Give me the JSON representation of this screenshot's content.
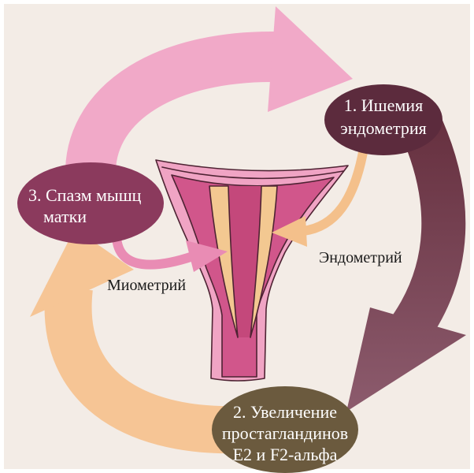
{
  "diagram": {
    "steps": [
      {
        "lines": [
          "1. Ишемия",
          "эндометрия"
        ]
      },
      {
        "lines": [
          "2. Увеличение",
          "простагландинов",
          "E2 и F2-альфа"
        ]
      },
      {
        "lines": [
          "3. Спазм мышц",
          "матки"
        ]
      }
    ],
    "labels": {
      "endometrium": "Эндометрий",
      "myometrium": "Миометрий"
    }
  },
  "colors": {
    "background": "#f3ece6",
    "step1": "#5c2b3d",
    "step2": "#6b5a3e",
    "step3": "#8b3a5d",
    "arrow_pink": "#f1a9c8",
    "arrow_maroon_dark": "#66303f",
    "arrow_maroon_light": "#8c5b6d",
    "arrow_peach": "#f6c595",
    "small_arrow_pink": "#e98cb4",
    "small_arrow_peach": "#f4c08b",
    "uterus_outer": "#f0a4c4",
    "uterus_inner": "#d1568b",
    "endometrium": "#f3c891",
    "cavity": "#c4487b",
    "outline": "#4e2333"
  }
}
